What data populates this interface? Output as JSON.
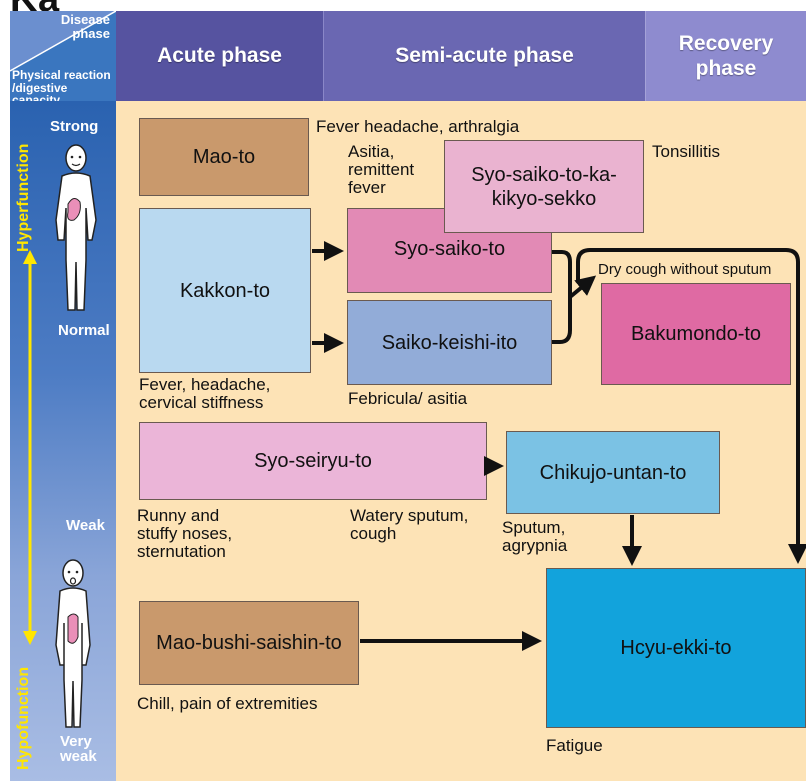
{
  "title": "Ka",
  "header": {
    "corner_top_line1": "Disease",
    "corner_top_line2": "phase",
    "corner_bottom_line1": "Physical reaction",
    "corner_bottom_line2": "/digestive capacity",
    "acute": "Acute phase",
    "semi_acute": "Semi-acute phase",
    "recovery_line1": "Recovery",
    "recovery_line2": "phase"
  },
  "sidebar": {
    "strong": "Strong",
    "normal": "Normal",
    "weak": "Weak",
    "very_weak_line1": "Very",
    "very_weak_line2": "weak",
    "hyperfunction": "Hyperfunction",
    "hypofunction": "Hypofunction"
  },
  "boxes": {
    "mao_to": "Mao-to",
    "kakkon_to": "Kakkon-to",
    "syo_saiko_to": "Syo-saiko-to",
    "saiko_keishi_ito": "Saiko-keishi-ito",
    "syo_saiko_kakikyo_line1": "Syo-saiko-to-ka-",
    "syo_saiko_kakikyo_line2": "kikyo-sekko",
    "bakumondo_to": "Bakumondo-to",
    "syo_seiryu_to": "Syo-seiryu-to",
    "chikujo_untan_to": "Chikujo-untan-to",
    "mao_bushi_saishin_to": "Mao-bushi-saishin-to",
    "hcyu_ekki_to": "Hcyu-ekki-to"
  },
  "notes": {
    "fever_headache_arthralgia": "Fever headache, arthralgia",
    "asitia_line1": "Asitia,",
    "asitia_line2": "remittent",
    "asitia_line3": "fever",
    "tonsillitis": "Tonsillitis",
    "dry_cough": "Dry cough without sputum",
    "fever_cervical_line1": "Fever, headache,",
    "fever_cervical_line2": "cervical stiffness",
    "febricula": "Febricula/ asitia",
    "runny_line1": "Runny and",
    "runny_line2": "stuffy noses,",
    "runny_line3": "sternutation",
    "watery_line1": "Watery sputum,",
    "watery_line2": "cough",
    "sputum_line1": "Sputum,",
    "sputum_line2": "agrypnia",
    "chill": "Chill, pain of extremities",
    "fatigue": "Fatigue"
  },
  "colors": {
    "mao_to": "#c9996c",
    "kakkon_to": "#b9d9f0",
    "syo_saiko_to": "#e28ab5",
    "saiko_keishi_ito": "#92acd8",
    "syo_saiko_kakikyo": "#eab3d0",
    "bakumondo_to": "#df6aa3",
    "syo_seiryu_to": "#ebb5d8",
    "chikujo_untan_to": "#7bc2e4",
    "mao_bushi_saishin_to": "#c9996c",
    "hcyu_ekki_to": "#12a3dc",
    "background": "#fde3b6"
  }
}
